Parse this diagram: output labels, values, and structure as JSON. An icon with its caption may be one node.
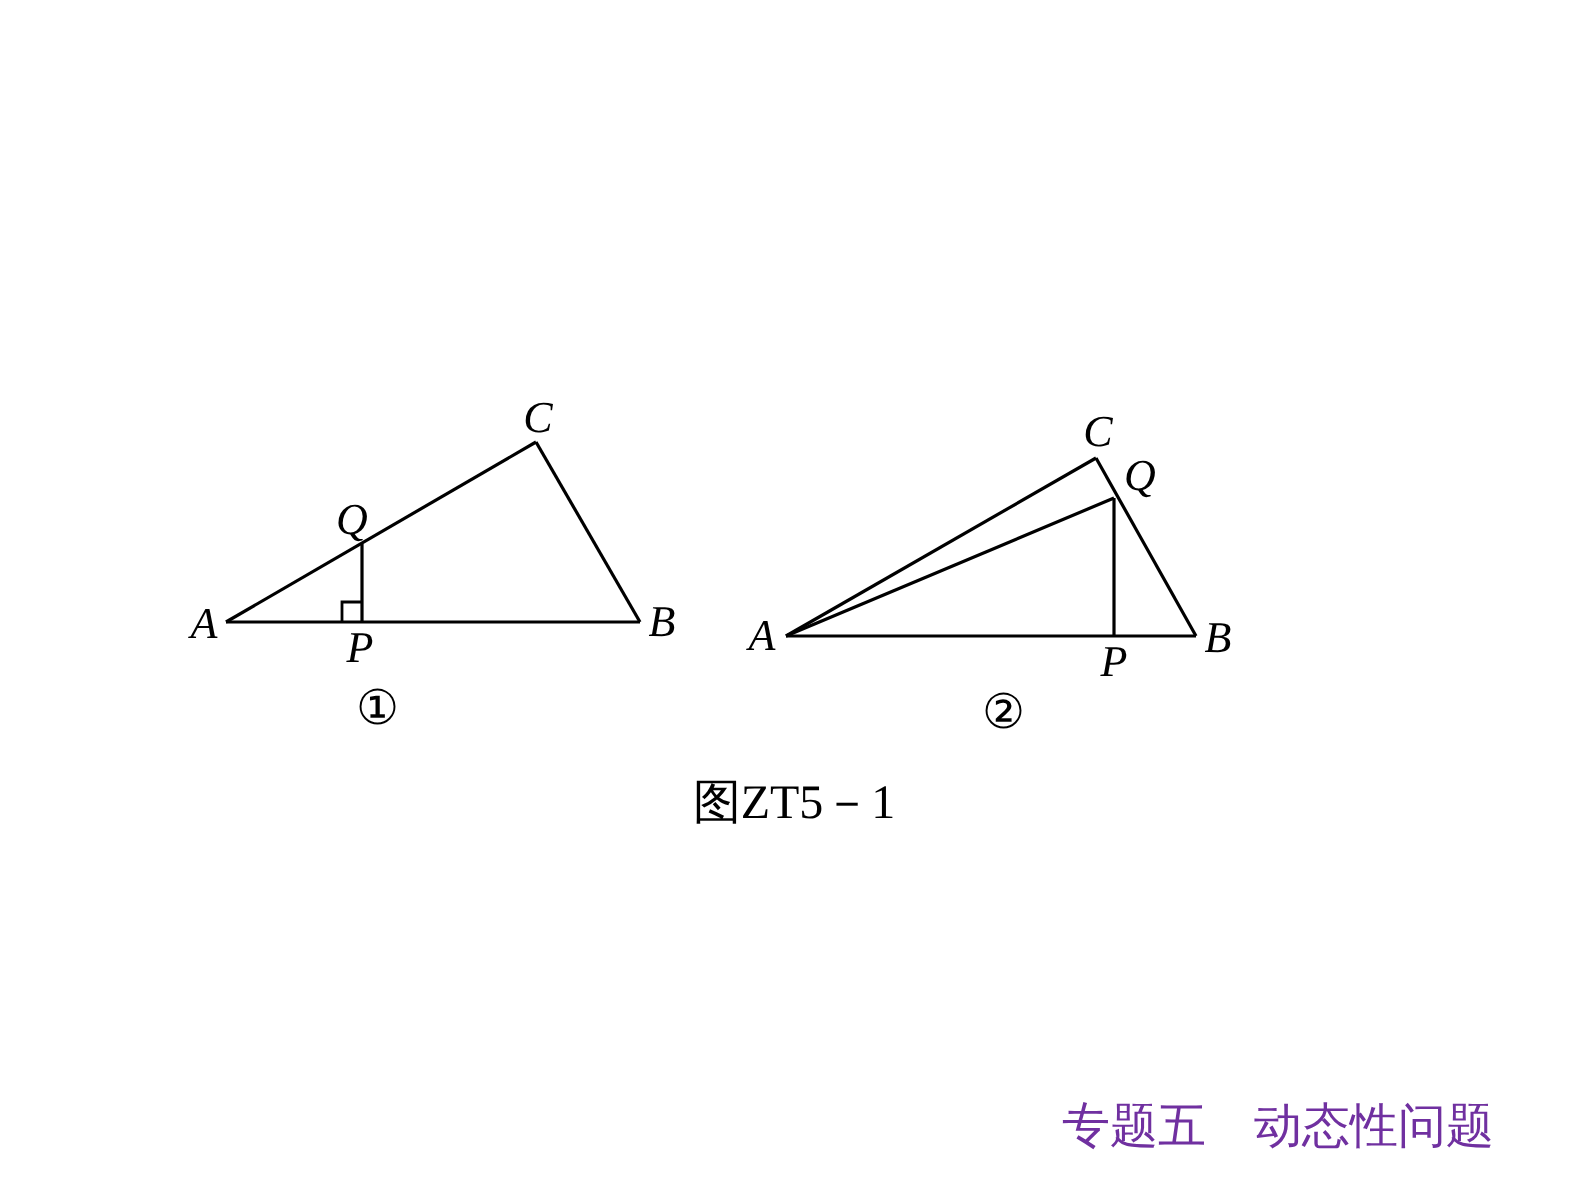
{
  "diagram": {
    "caption": "图ZT5－1",
    "nodes": [
      {
        "text": [
          "A"
        ]
      },
      {
        "text": [
          "B"
        ]
      },
      {
        "text": [
          "C"
        ]
      },
      {
        "text": [
          "P"
        ]
      },
      {
        "text": [
          "Q"
        ]
      },
      {
        "text": [
          "A"
        ]
      },
      {
        "text": [
          "B"
        ]
      },
      {
        "text": [
          "C"
        ]
      },
      {
        "text": [
          "P"
        ]
      },
      {
        "text": [
          "Q"
        ]
      }
    ],
    "edges": [
      {
        "from": 0,
        "to": 1,
        "arrow": "none"
      },
      {
        "from": 0,
        "to": 2,
        "arrow": "none"
      },
      {
        "from": 2,
        "to": 1,
        "arrow": "none"
      },
      {
        "from": 3,
        "to": 4,
        "arrow": "none"
      },
      {
        "from": 5,
        "to": 6,
        "arrow": "none"
      },
      {
        "from": 5,
        "to": 7,
        "arrow": "none"
      },
      {
        "from": 7,
        "to": 6,
        "arrow": "none"
      },
      {
        "from": 5,
        "to": 9,
        "arrow": "none"
      },
      {
        "from": 8,
        "to": 9,
        "arrow": "none"
      }
    ],
    "labels": [
      "①",
      "②",
      "专题五　动态性问题"
    ]
  }
}
